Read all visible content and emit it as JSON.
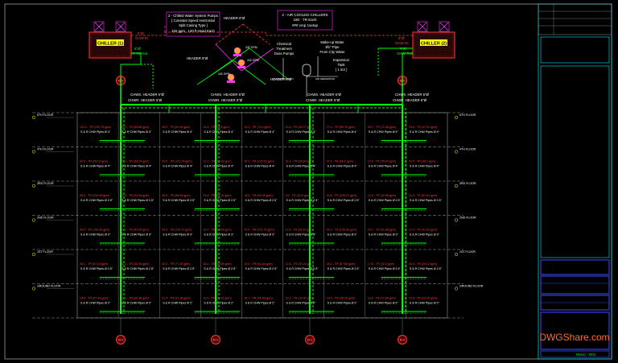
{
  "title_block": {
    "watermark": "DWGShare.com",
    "sheet_code": "HVAC - R01"
  },
  "colors": {
    "background": "#000000",
    "pipe": "#00ff00",
    "grid": "#9a9a9a",
    "red_text": "#ff3b3b",
    "white_text": "#ffffff",
    "title_block": "#00e5ff",
    "blue_panel": "#3b4bff",
    "magenta": "#ff33ff"
  },
  "top": {
    "pumps_note": [
      "2 - Chilled Water System Pumps",
      "[ Constant Speed Horizontal",
      "Split Casing Type ]",
      "432 gpm , 130 ft Head Each"
    ],
    "header_1": "HEADER 8\"Ø",
    "chillers_note": [
      "2 - AIR COOLED CHILLERS",
      "180 - TR Each",
      "### cmp  1setup"
    ],
    "chiller_1_label": "CHILLER (1)",
    "chiller_2_label": "CHILLER (2)",
    "chw_in_left": [
      "6\"Ø",
      "CHW IN"
    ],
    "chw_out_left": [
      "6\"Ø",
      "CHW Out"
    ],
    "chw_in_right": [
      "6\"Ø",
      "CHW IN"
    ],
    "chw_out_right": [
      "6\"Ø",
      "CHW Out"
    ],
    "header_2": "HEADER 8\"Ø",
    "header_3": "HEADER 8\"Ø",
    "chemical_note": [
      "Chemical",
      "Treatment",
      "Dose Pumps"
    ],
    "makeup_note": [
      "Make-up Water",
      "Ø1\" Pipe",
      "From City Water"
    ],
    "expansion_note": [
      "Expansion",
      "Tank",
      "( 1 m3 )"
    ],
    "pump_gpm": "432 GPM",
    "air_sep": "AIR SEPARATOR"
  },
  "riser_headers": {
    "chws_left": "CHWS. HEADER 6\"Ø",
    "chwr_left": "CHWR. HEADER 6\"Ø",
    "chws_mid_left": "CHWS. HEADER 6\"Ø",
    "chwr_mid_left": "CHWR. HEADER 6\"Ø",
    "chws_mid_right": "CHWS. HEADER 6\"Ø",
    "chwr_mid_right": "CHWR. HEADER 6\"Ø",
    "chws_right": "CHWS. HEADER 6\"Ø",
    "chwr_right": "CHWR. HEADER 6\"Ø"
  },
  "floor_levels": [
    "5TH FLOOR",
    "4TH FLOOR",
    "3RD FLOOR",
    "2ND FLOOR",
    "1ST FLOOR",
    "GROUND FLOOR"
  ],
  "valve_label": "M.V",
  "cells": [
    [
      "122.4 - TR (293.76 gpm)",
      "18.2 - TR (43.68 gpm)",
      "26.9 - TR (64.56 gpm)",
      "24.5 - TR (58.8 gpm)",
      "31.0 - TR (74.4 gpm)",
      "22.8 - TR (54.72 gpm)",
      "37.4 - TR (89.76 gpm)",
      "30.2 - TR (72.48 gpm)",
      "19.6 - TR (47.04 gpm)"
    ],
    [
      "84.5 - TR (202.8 gpm)",
      "15.1 - TR (36.24 gpm)",
      "42.6 - TR (102.24 gpm)",
      "12.2 - TR (29.28 gpm)",
      "52.3 - TR (125.52 gpm)",
      "16.1 - TR (38.64 gpm)",
      "27.5 - TR (66.0 gpm)",
      "14.6 - TR (35.04 gpm)",
      "20.5 - TR (49.2 gpm)"
    ],
    [
      "95.4 - TR (228.96 gpm)",
      "14.4 - TR (34.56 gpm)",
      "36.9 - TR (88.56 gpm)",
      "23.4 - TR (56.16 gpm)",
      "34.6 - TR (83.04 gpm)",
      "9.5 - TR (22.8 gpm)",
      "43.8 - TR (105.12 gpm)",
      "12.9 - TR (30.96 gpm)",
      "21.6 - TR (51.84 gpm)"
    ],
    [
      "43.9 - TR (105.36 gpm)",
      "17.1 - TR (41.04 gpm)",
      "55.3 - TR (132.72 gpm)",
      "19.2 - TR (46.08 gpm)",
      "42.4 - TR (101.76 gpm)",
      "11.8 - TR (28.32 gpm)",
      "44.2 - TR (106.08 gpm)",
      "13.7 - TR (32.88 gpm)",
      "17.3 - TR (41.52 gpm)"
    ],
    [
      "28.1 - TR (67.44 gpm)",
      "16.4 - TR (39.36 gpm)",
      "32.2 - TR (77.28 gpm)",
      "16.2 - TR (38.88 gpm)",
      "25.9 - TR (62.16 gpm)",
      "12.6 - TR (30.24 gpm)",
      "28.2 - TR (67.68 gpm)",
      "17.5 - TR (42.0 gpm)",
      "16.3 - TR (39.12 gpm)"
    ],
    [
      "15.6 - TR (37.44 gpm)",
      "12.7 - TR (30.48 gpm)",
      "21.4 - TR (51.36 gpm)",
      "10.9 - TR (26.16 gpm)",
      "18.7 - TR (44.88 gpm)",
      "13.3 - TR (31.92 gpm)",
      "14.9 - TR (35.76 gpm)",
      "11.6 - TR (27.84 gpm)",
      "12.4 - TR (29.76 gpm)"
    ]
  ],
  "pipe_notes": [
    "S & R CHW Pipes Ø 4\"",
    "S & R CHW Pipes Ø 4\"",
    "S & R CHW Pipes Ø 2.5\"",
    "S & R CHW Pipes Ø 3\"",
    "S & R CHW Pipes Ø 2.5\"",
    "S & R CHW Pipes Ø 2\""
  ]
}
